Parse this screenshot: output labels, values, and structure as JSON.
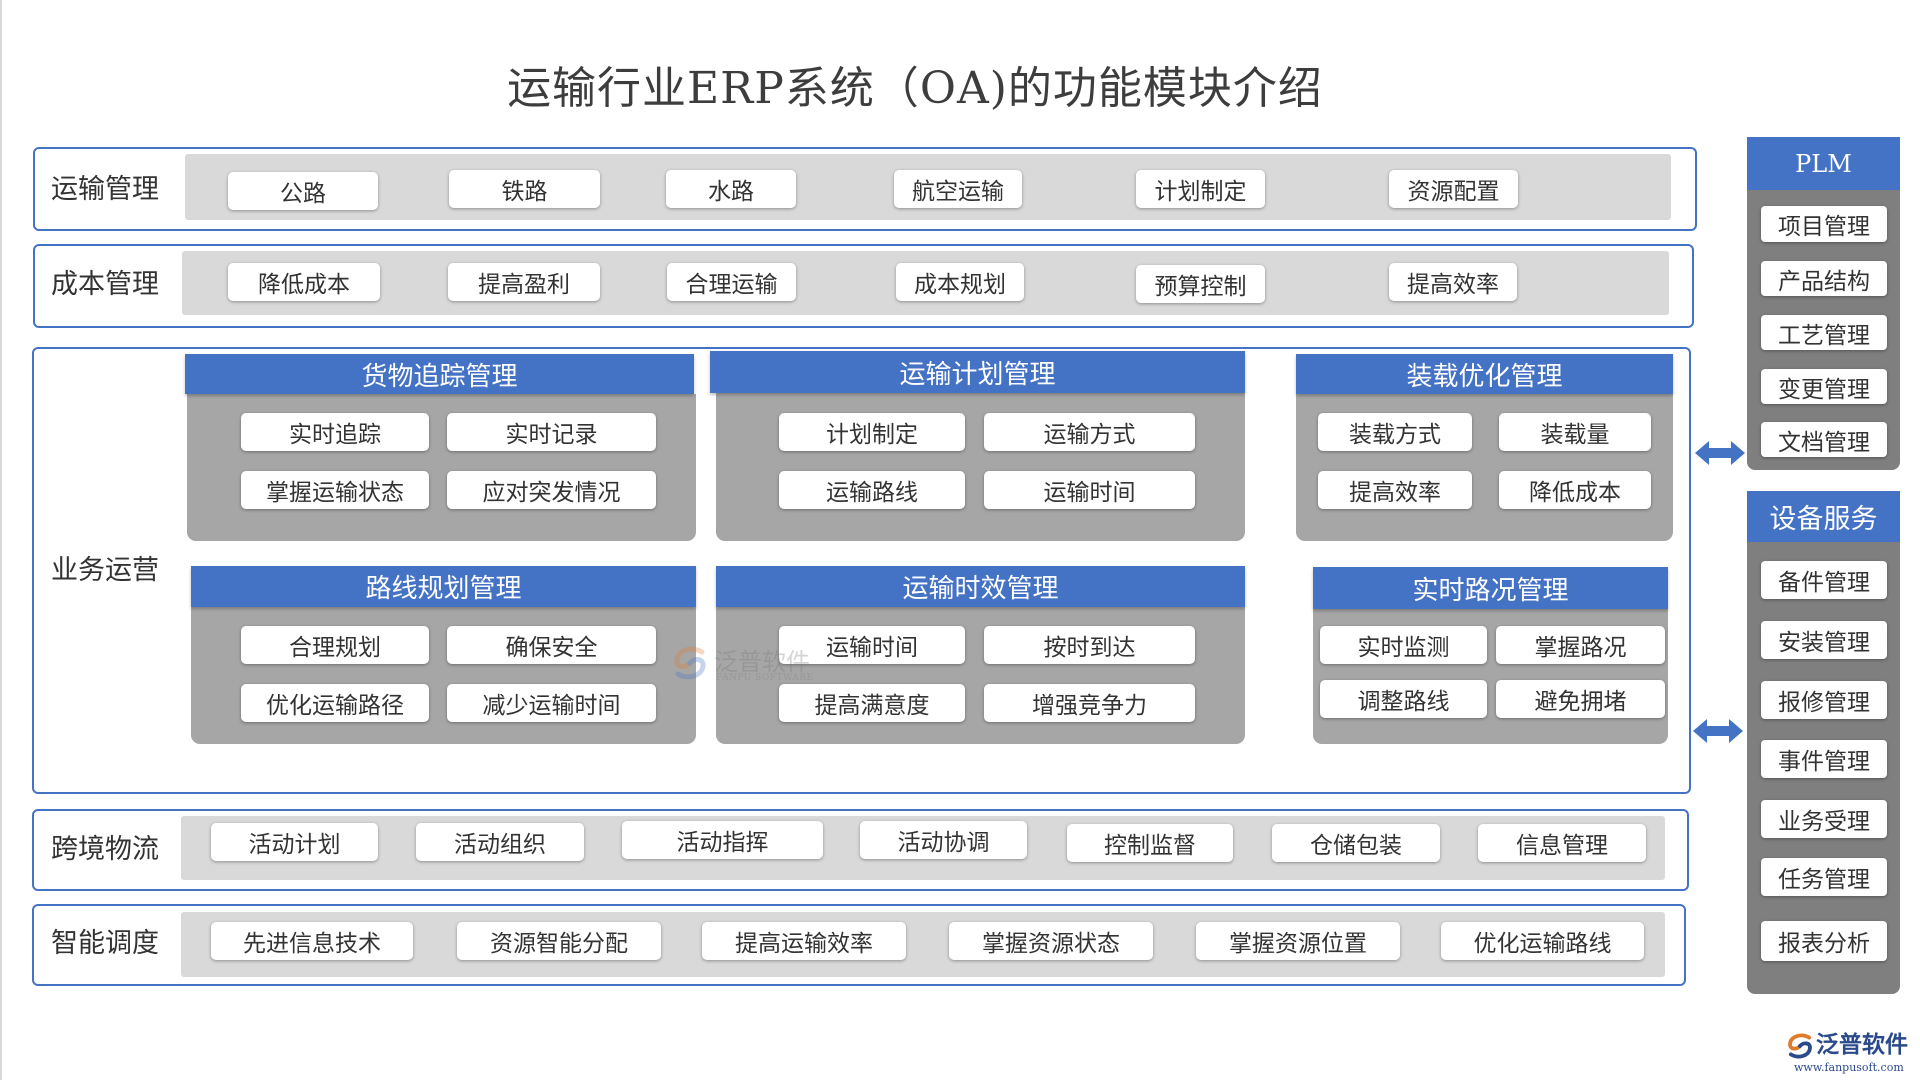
{
  "title": "运输行业ERP系统（OA)的功能模块介绍",
  "colors": {
    "accent": "#4472C4",
    "row_bar": "#D9D9D9",
    "card_body": "#A6A6A6",
    "side_body": "#7F7F7F",
    "item_bg": "#FFFFFF",
    "text": "#333333"
  },
  "icons": {
    "link_arrow": "double-arrow-icon",
    "logo_mark": "fanpu-logo-icon"
  },
  "transport_mgmt": {
    "label": "运输管理",
    "items": [
      "公路",
      "铁路",
      "水路",
      "航空运输",
      "计划制定",
      "资源配置"
    ]
  },
  "cost_mgmt": {
    "label": "成本管理",
    "items": [
      "降低成本",
      "提高盈利",
      "合理运输",
      "成本规划",
      "预算控制",
      "提高效率"
    ]
  },
  "business_ops": {
    "label": "业务运营",
    "cards": [
      {
        "title": "货物追踪管理",
        "items": [
          "实时追踪",
          "实时记录",
          "掌握运输状态",
          "应对突发情况"
        ]
      },
      {
        "title": "运输计划管理",
        "items": [
          "计划制定",
          "运输方式",
          "运输路线",
          "运输时间"
        ]
      },
      {
        "title": "装载优化管理",
        "items": [
          "装载方式",
          "装载量",
          "提高效率",
          "降低成本"
        ]
      },
      {
        "title": "路线规划管理",
        "items": [
          "合理规划",
          "确保安全",
          "优化运输路径",
          "减少运输时间"
        ]
      },
      {
        "title": "运输时效管理",
        "items": [
          "运输时间",
          "按时到达",
          "提高满意度",
          "增强竞争力"
        ]
      },
      {
        "title": "实时路况管理",
        "items": [
          "实时监测",
          "掌握路况",
          "调整路线",
          "避免拥堵"
        ]
      }
    ]
  },
  "cross_border": {
    "label": "跨境物流",
    "items": [
      "活动计划",
      "活动组织",
      "活动指挥",
      "活动协调",
      "控制监督",
      "仓储包装",
      "信息管理"
    ]
  },
  "smart_dispatch": {
    "label": "智能调度",
    "items": [
      "先进信息技术",
      "资源智能分配",
      "提高运输效率",
      "掌握资源状态",
      "掌握资源位置",
      "优化运输路线"
    ]
  },
  "plm": {
    "title": "PLM",
    "items": [
      "项目管理",
      "产品结构",
      "工艺管理",
      "变更管理",
      "文档管理"
    ]
  },
  "equipment_service": {
    "title": "设备服务",
    "items": [
      "备件管理",
      "安装管理",
      "报修管理",
      "事件管理",
      "业务受理",
      "任务管理",
      "报表分析"
    ]
  },
  "watermark": {
    "name": "泛普软件",
    "sub": "FANPU SOFTWARE"
  },
  "logo": {
    "name": "泛普软件",
    "url": "www.fanpusoft.com"
  }
}
